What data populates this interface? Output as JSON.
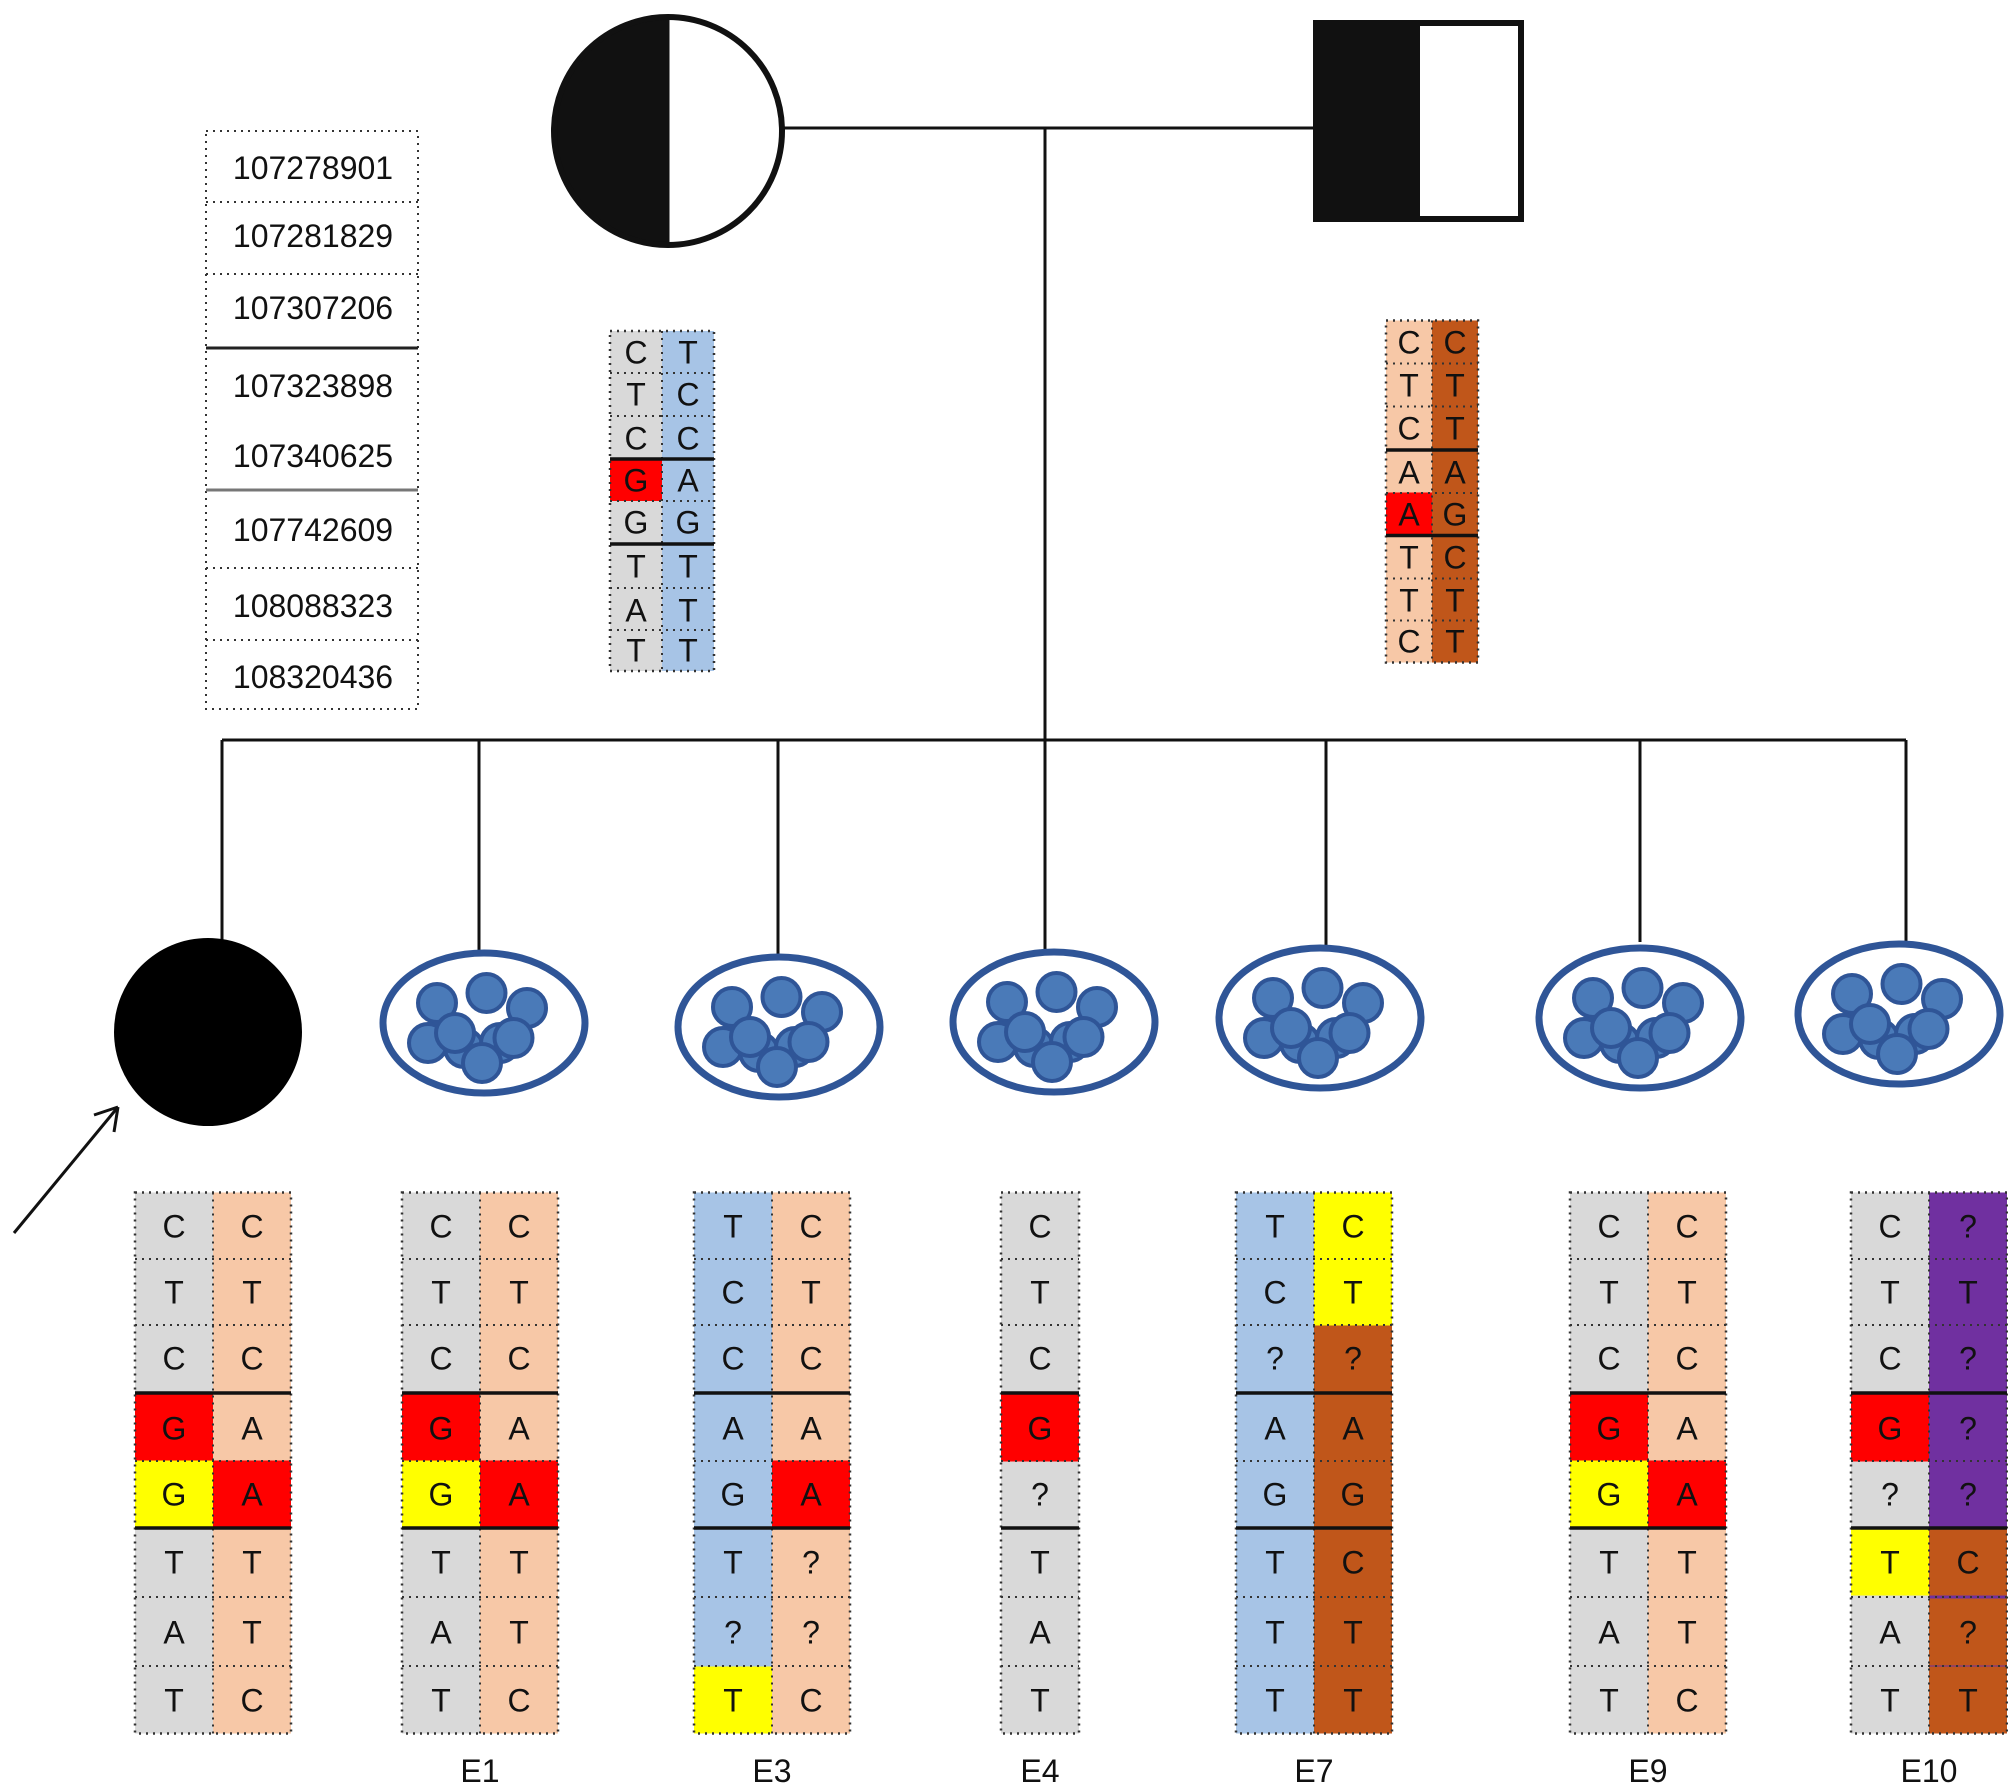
{
  "colors": {
    "maternal_1": "#d9d9d9",
    "maternal_2": "#a7c4e6",
    "paternal_1": "#f7c8a7",
    "paternal_2": "#c0561a",
    "variant": "#ff0000",
    "recombination": "#ffff00",
    "unknown_haplotype": "#7030a0",
    "embryo_blue": "#4a7ab8",
    "embryo_outline": "#2f5597"
  },
  "markers": [
    "107278901",
    "107281829",
    "107307206",
    "107323898",
    "107340625",
    "107742609",
    "108088323",
    "108320436"
  ],
  "mother": {
    "symbol": "carrier-female",
    "haplotypes": [
      {
        "color": "maternal_1",
        "alleles": [
          "C",
          "T",
          "C",
          "G",
          "G",
          "T",
          "A",
          "T"
        ],
        "highlight": {
          "3": "variant"
        }
      },
      {
        "color": "maternal_2",
        "alleles": [
          "T",
          "C",
          "C",
          "A",
          "G",
          "T",
          "T",
          "T"
        ],
        "highlight": {}
      }
    ]
  },
  "father": {
    "symbol": "carrier-male",
    "haplotypes": [
      {
        "color": "paternal_1",
        "alleles": [
          "C",
          "T",
          "C",
          "A",
          "A",
          "T",
          "T",
          "C"
        ],
        "highlight": {
          "4": "variant"
        }
      },
      {
        "color": "paternal_2",
        "alleles": [
          "C",
          "T",
          "T",
          "A",
          "G",
          "C",
          "T",
          "T"
        ],
        "highlight": {}
      }
    ]
  },
  "proband": {
    "symbol": "affected-female",
    "haplotypes": [
      {
        "color": "maternal_1",
        "alleles": [
          "C",
          "T",
          "C",
          "G",
          "G",
          "T",
          "A",
          "T"
        ],
        "highlight": {
          "3": "variant",
          "4": "recombination"
        }
      },
      {
        "color": "paternal_1",
        "alleles": [
          "C",
          "T",
          "C",
          "A",
          "A",
          "T",
          "T",
          "C"
        ],
        "highlight": {
          "4": "variant"
        }
      }
    ]
  },
  "embryos": [
    {
      "label": "E1",
      "haplotypes": [
        {
          "color": "maternal_1",
          "alleles": [
            "C",
            "T",
            "C",
            "G",
            "G",
            "T",
            "A",
            "T"
          ],
          "highlight": {
            "3": "variant",
            "4": "recombination"
          }
        },
        {
          "color": "paternal_1",
          "alleles": [
            "C",
            "T",
            "C",
            "A",
            "A",
            "T",
            "T",
            "C"
          ],
          "highlight": {
            "4": "variant"
          }
        }
      ]
    },
    {
      "label": "E3",
      "haplotypes": [
        {
          "color": "maternal_2",
          "alleles": [
            "T",
            "C",
            "C",
            "A",
            "G",
            "T",
            "?",
            "T"
          ],
          "highlight": {
            "7": "recombination"
          }
        },
        {
          "color": "paternal_1",
          "alleles": [
            "C",
            "T",
            "C",
            "A",
            "A",
            "?",
            "?",
            "C"
          ],
          "highlight": {
            "4": "variant"
          }
        }
      ]
    },
    {
      "label": "E4",
      "haplotypes": [
        {
          "color": "maternal_1",
          "alleles": [
            "C",
            "T",
            "C",
            "G",
            "?",
            "T",
            "A",
            "T"
          ],
          "highlight": {
            "3": "variant"
          }
        }
      ]
    },
    {
      "label": "E7",
      "haplotypes": [
        {
          "color": "maternal_2",
          "alleles": [
            "T",
            "C",
            "?",
            "A",
            "G",
            "T",
            "T",
            "T"
          ],
          "highlight": {}
        },
        {
          "color": "paternal_2",
          "alleles": [
            "C",
            "T",
            "?",
            "A",
            "G",
            "C",
            "T",
            "T"
          ],
          "highlight": {
            "0": "recombination",
            "1": "recombination"
          }
        }
      ]
    },
    {
      "label": "E9",
      "haplotypes": [
        {
          "color": "maternal_1",
          "alleles": [
            "C",
            "T",
            "C",
            "G",
            "G",
            "T",
            "A",
            "T"
          ],
          "highlight": {
            "3": "variant",
            "4": "recombination"
          }
        },
        {
          "color": "paternal_1",
          "alleles": [
            "C",
            "T",
            "C",
            "A",
            "A",
            "T",
            "T",
            "C"
          ],
          "highlight": {
            "4": "variant"
          }
        }
      ]
    },
    {
      "label": "E10",
      "haplotypes": [
        {
          "color": "maternal_1",
          "alleles": [
            "C",
            "T",
            "C",
            "G",
            "?",
            "T",
            "A",
            "T"
          ],
          "highlight": {
            "3": "variant",
            "5": "recombination"
          }
        },
        {
          "color": "unknown_haplotype",
          "alleles": [
            "?",
            "T",
            "?",
            "?",
            "?",
            "C",
            "?",
            "T"
          ],
          "highlight": {
            "5": "paternal_2",
            "6": "paternal_2",
            "7": "paternal_2"
          }
        }
      ]
    }
  ]
}
